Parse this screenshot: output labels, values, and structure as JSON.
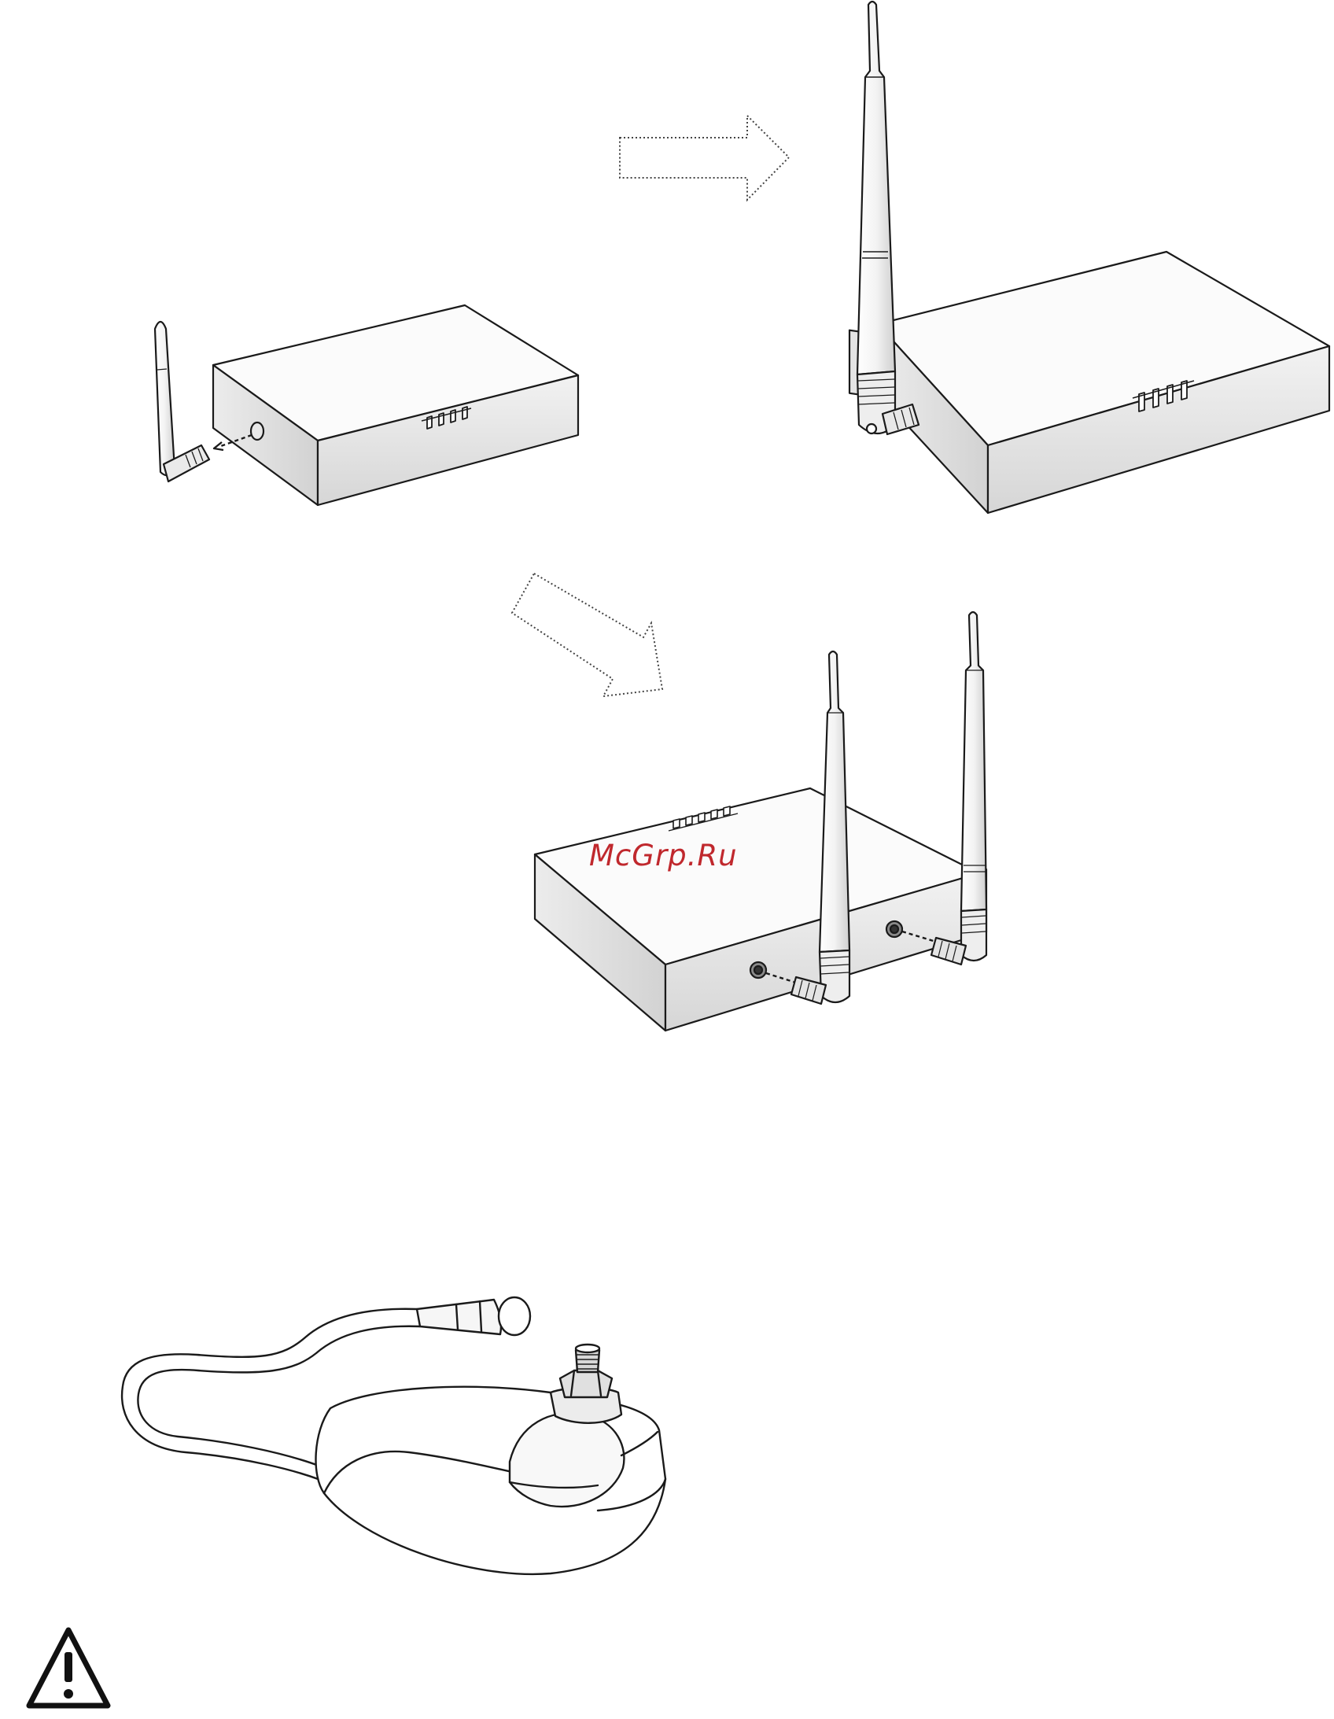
{
  "watermark": {
    "text": "McGrp.Ru",
    "color": "#c0282d"
  },
  "colors": {
    "line": "#1a1a1a",
    "face_light": "#f4f4f4",
    "face_mid": "#e6e6e6",
    "face_dark": "#cfcfcf",
    "background": "#ffffff"
  },
  "icons": {
    "warning": "warning-triangle-icon",
    "arrows": [
      "dotted-arrow-right-icon",
      "dotted-arrow-down-right-icon"
    ]
  },
  "illustrations": [
    "router-single-antenna-small",
    "router-single-antenna-large",
    "router-dual-antenna",
    "magnetic-antenna-base-with-cable"
  ]
}
